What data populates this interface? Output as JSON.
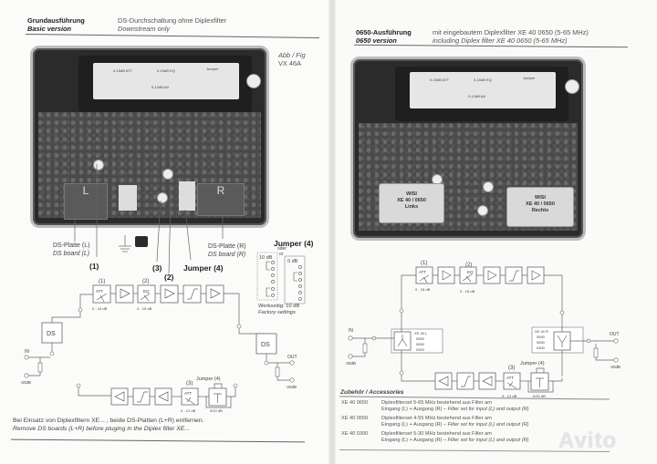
{
  "left_page": {
    "header": {
      "title_de": "Grundausführung",
      "title_en": "Basic version",
      "desc_de": "DS-Durchschaltung ohne Diplexfilter",
      "desc_en": "Downstream only"
    },
    "figure_ref": {
      "label": "Abb / Fig",
      "model": "VX 46A"
    },
    "photo": {
      "plate_left": "L",
      "plate_right": "R",
      "label_card": {
        "att": "0-15dB ATT",
        "eq": "0-15dB EQ",
        "att2": "0-12dB Att",
        "jumper": "Jumper"
      }
    },
    "callouts": {
      "ds_board_left_de": "DS-Platte  (L)",
      "ds_board_left_en": "DS board (L)",
      "ds_board_right_de": "DS-Platte  (R)",
      "ds_board_right_en": "DS board (R)",
      "c1": "(1)",
      "c3": "(3)",
      "c2": "(2)",
      "jumper4": "Jumper  (4)"
    },
    "jumper_detail": {
      "title": "Jumper (4)",
      "oder": "oder",
      "or": "or",
      "opt1": "10 dB",
      "opt2": "0 dB",
      "factory_de": "Werkseitig: 10 dB",
      "factory_en": "Factory settings"
    },
    "diagram": {
      "att_label": "ATT",
      "att_num": "(1)",
      "att_range": "0 - 15 dB",
      "eq_label": "EQ",
      "eq_num": "(2)",
      "eq_range": "0 - 15 dB",
      "ds": "DS",
      "in": "IN",
      "out": "OUT",
      "tap_in": "-20dB",
      "tap_out": "-20dB",
      "ret_att_num": "(3)",
      "ret_att_label": "ATT",
      "ret_att_range": "0 - 12 dB",
      "jumper": "Jumper (4)",
      "jumper_range": "0/10 dB"
    },
    "note_de": "Bei Einsatz von Diplexfiltern XE... , beide DS-Platten (L+R) entfernen.",
    "note_en": "Remove DS boards (L+R) before pluging in the Diplex filter XE..."
  },
  "right_page": {
    "header": {
      "title_de": "0650-Ausführung",
      "title_en": "0650 version",
      "desc_de": "mit eingebautem Diplexfilter XE 40 0650 (5-65 MHz)",
      "desc_en": "including Diplex filter XE 40 0650 (5-65 MHz)"
    },
    "photo": {
      "filter_left": {
        "brand": "WISI",
        "model": "XE 40 / 0650",
        "side": "Links"
      },
      "filter_right": {
        "brand": "WISI",
        "model": "XE 40 / 0650",
        "side": "Rechts"
      }
    },
    "diagram": {
      "att_num": "(1)",
      "att_label": "ATT",
      "att_range": "0 - 15 dB",
      "eq_num": "(2)",
      "eq_label": "EQ",
      "eq_range": "0 - 15 dB",
      "filter_l": {
        "name": "XE 40 L",
        "v1": "0550",
        "v2": "0650",
        "v3": "0300"
      },
      "filter_r": {
        "name": "XE 40 R",
        "v1": "0550",
        "v2": "0650",
        "v3": "0300"
      },
      "in": "IN",
      "out": "OUT",
      "tap_in": "-20dB",
      "tap_out": "-20dB",
      "ret_att_num": "(3)",
      "ret_att_label": "ATT",
      "ret_att_range": "0 - 12 dB",
      "jumper": "Jumper (4)",
      "jumper_range": "0/10 dB"
    },
    "accessories": {
      "title": "Zubehör  /  Accessories",
      "items": [
        {
          "code": "XE 40  0650",
          "line1": "Diplexfilterset 5-65 MHz bestehend aus Filter am",
          "line2_de": "Eingang (L) + Ausgang (R) – ",
          "line2_en": "Filter set for input (L) and output (R)"
        },
        {
          "code": "XE 40  0550",
          "line1": "Diplexfilterset 4-55 MHz bestehend aus Filter am",
          "line2_de": "Eingang (L) + Ausgang (R) – ",
          "line2_en": "Filter set for input (L) and output (R)"
        },
        {
          "code": "XE 40  0300",
          "line1": "Diplexfilterset 5-30 MHz bestehend aus Filter am",
          "line2_de": "Eingang (L) + Ausgang (R) – ",
          "line2_en": "Filter set for input (L) and output (R)"
        }
      ]
    }
  },
  "watermark": "Avito"
}
